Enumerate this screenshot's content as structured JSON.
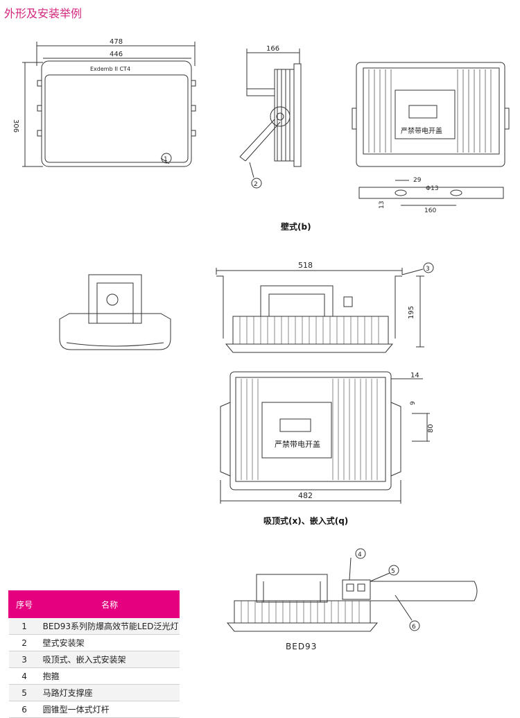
{
  "page_title": "外形及安装举例",
  "captions": {
    "wall": "壁式(b)",
    "ceiling": "吸顶式(x)、嵌入式(q)",
    "bed": "BED93"
  },
  "drawing_labels": {
    "model_marking": "Exdemb II CT4",
    "warning_plate": "严禁带电开盖",
    "dims": {
      "d478": "478",
      "d446": "446",
      "d306": "306",
      "d166": "166",
      "d29": "29",
      "d13a": "13",
      "dphi13": "Φ13",
      "d160": "160",
      "d518": "518",
      "d195": "195",
      "d14": "14",
      "d9": "9",
      "d80": "80",
      "d482": "482"
    },
    "callouts": [
      "1",
      "2",
      "3",
      "4",
      "5",
      "6"
    ]
  },
  "parts_table": {
    "headers": {
      "no": "序号",
      "name": "名称"
    },
    "rows": [
      {
        "no": "1",
        "name": "BED93系列防爆高效节能LED泛光灯"
      },
      {
        "no": "2",
        "name": "壁式安装架"
      },
      {
        "no": "3",
        "name": "吸顶式、嵌入式安装架"
      },
      {
        "no": "4",
        "name": "抱箍"
      },
      {
        "no": "5",
        "name": "马路灯支撑座"
      },
      {
        "no": "6",
        "name": "圆锥型一体式灯杆"
      }
    ]
  },
  "colors": {
    "accent": "#e5007f",
    "title": "#d4267d"
  }
}
